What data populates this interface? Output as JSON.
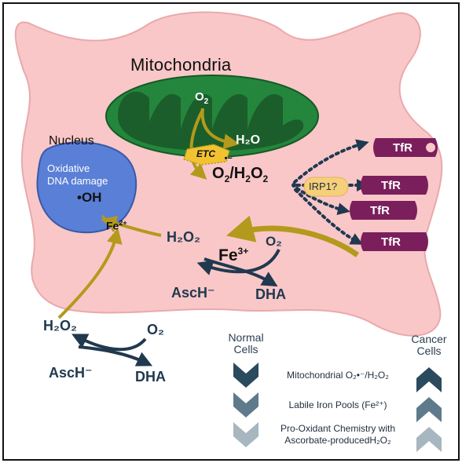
{
  "labels": {
    "mitochondria": "Mitochondria",
    "nucleus": "Nucleus",
    "oxidative_dna": "Oxidative\nDNA damage",
    "oh_radical": "•OH",
    "fe2_nucleus": "Fe",
    "fe2_sup": "2+",
    "o2_mito_base": "O",
    "o2_mito_sub": "2",
    "h2o": "H₂O",
    "etc": "ETC",
    "superoxide_o": "O",
    "superoxide_sub": "2",
    "superoxide_sup": "•−",
    "superoxide_rest": "/H",
    "superoxide_sub2": "2",
    "superoxide_o2": "O",
    "superoxide_sub3": "2",
    "irp1": "IRP1?",
    "tfr": [
      "TfR",
      "TfR",
      "TfR",
      "TfR"
    ],
    "h2o2_mid": "H₂O₂",
    "fe3_base": "Fe",
    "fe3_sup": "3+",
    "o2_mid": "O₂",
    "asch_mid": "AscH⁻",
    "dha_mid": "DHA",
    "h2o2_low": "H₂O₂",
    "o2_low": "O₂",
    "asch_low": "AscH⁻",
    "dha_low": "DHA"
  },
  "legend": {
    "normal_cells": "Normal\nCells",
    "cancer_cells": "Cancer\nCells",
    "rows": [
      "Mitochondrial O₂•⁻/H₂O₂",
      "Labile Iron Pools (Fe²⁺)",
      "Pro-Oxidant Chemistry with\nAscorbate-producedH₂O₂"
    ]
  },
  "colors": {
    "cell": "#f9c7c8",
    "mitochondria_outer": "#24863c",
    "mitochondria_inner": "#1b5e2b",
    "nucleus": "#5a7fd6",
    "tfr": "#7a1f5c",
    "gold_arrow": "#b39a1c",
    "teal_arrow": "#20394f",
    "etc": "#f2c230",
    "irp1": "#f6cf7a"
  }
}
